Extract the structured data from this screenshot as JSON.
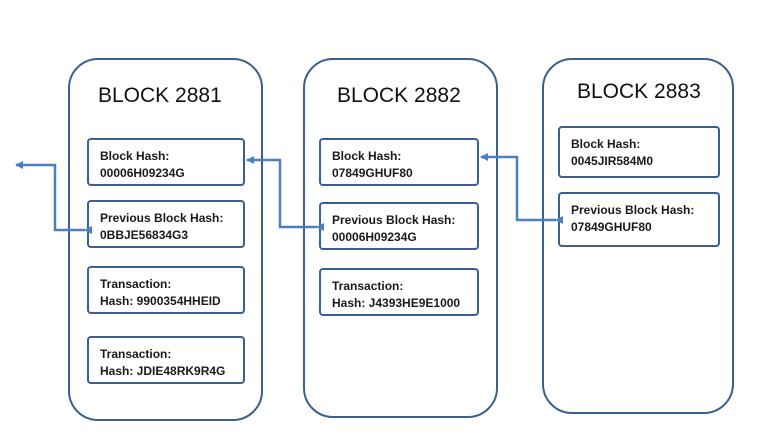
{
  "blocks": [
    {
      "title": "BLOCK 2881",
      "fields": [
        {
          "label": "Block Hash:",
          "value": "00006H09234G"
        },
        {
          "label": "Previous Block  Hash:",
          "value": "0BBJE56834G3"
        },
        {
          "label": "Transaction:",
          "value": "Hash:  9900354HHEID"
        },
        {
          "label": "Transaction:",
          "value": "Hash: JDIE48RK9R4G"
        }
      ]
    },
    {
      "title": "BLOCK 2882",
      "fields": [
        {
          "label": "Block Hash:",
          "value": "07849GHUF80"
        },
        {
          "label": "Previous Block  Hash:",
          "value": "00006H09234G"
        },
        {
          "label": "Transaction:",
          "value": "Hash: J4393HE9E1000"
        }
      ]
    },
    {
      "title": "BLOCK 2883",
      "fields": [
        {
          "label": "Block Hash:",
          "value": "0045JIR584M0"
        },
        {
          "label": "Previous Block  Hash:",
          "value": "07849GHUF80"
        }
      ]
    }
  ],
  "colors": {
    "border": "#3b5f8f",
    "arrow": "#4a7fc0"
  }
}
